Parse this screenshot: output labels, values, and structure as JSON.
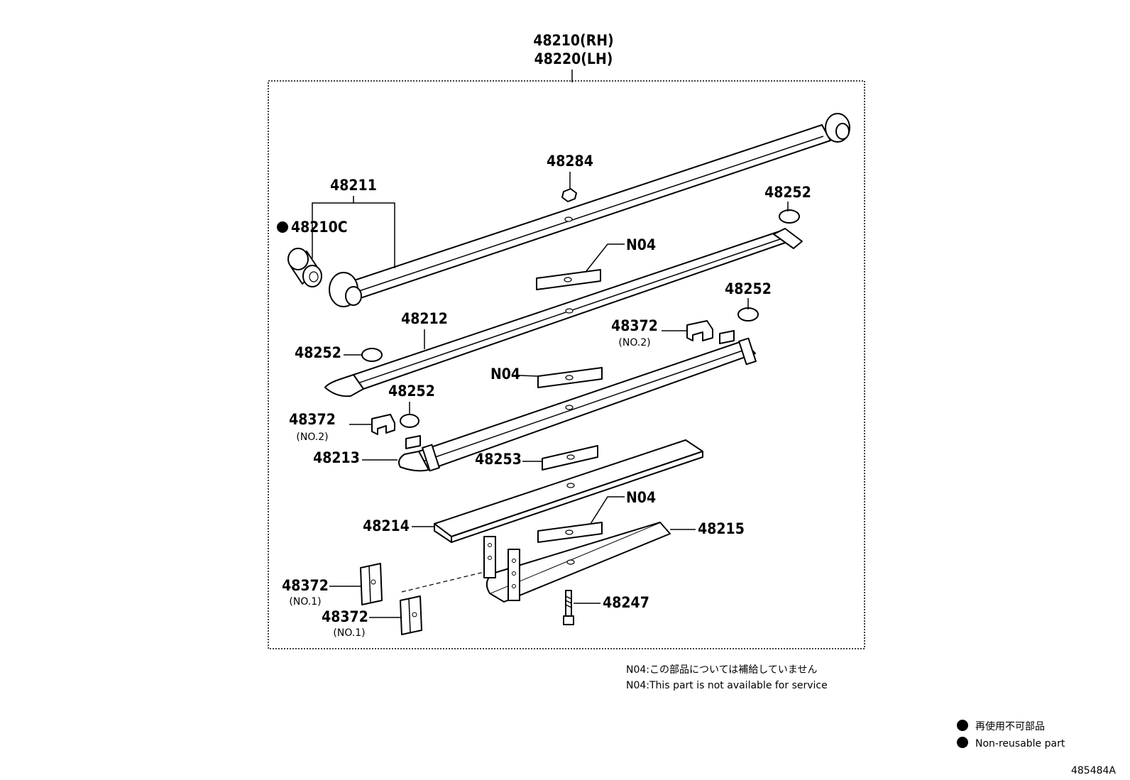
{
  "title_lines": [
    "48210(RH)",
    "48220(LH)"
  ],
  "labels": {
    "p48211": "48211",
    "p48210c": "48210C",
    "p48284": "48284",
    "p48252_a": "48252",
    "p48252_b": "48252",
    "p48252_c": "48252",
    "p48252_d": "48252",
    "n04_a": "N04",
    "n04_b": "N04",
    "n04_c": "N04",
    "p48212": "48212",
    "p48372_no2_a": "48372",
    "p48372_no2_b": "48372",
    "p48213": "48213",
    "p48253": "48253",
    "p48214": "48214",
    "p48215": "48215",
    "p48372_no1_a": "48372",
    "p48372_no1_b": "48372",
    "p48247": "48247"
  },
  "sublabels": {
    "no2_a": "(NO.2)",
    "no2_b": "(NO.2)",
    "no1_a": "(NO.1)",
    "no1_b": "(NO.1)"
  },
  "notes": [
    "N04:この部品については補給していません",
    "N04:This part is not available for service"
  ],
  "legend": {
    "jp": "再使用不可部品",
    "en": "Non-reusable part"
  },
  "diagram_id": "485484A"
}
